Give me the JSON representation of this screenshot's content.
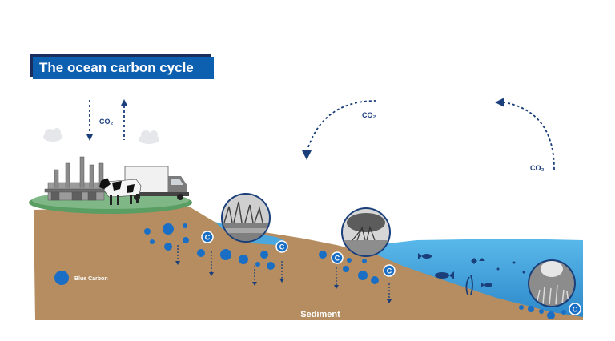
{
  "title": "The ocean carbon cycle",
  "labels": {
    "co2_land": "CO₂",
    "co2_top": "CO₂",
    "co2_right": "CO₂",
    "sediment": "Sediment",
    "legend_blue_carbon": "Blue Carbon",
    "carbon_symbol": "C"
  },
  "colors": {
    "title_bg": "#0d5fb0",
    "title_shadow": "#1a2d5c",
    "arrow": "#1b3f7a",
    "carbon_dot": "#1a6fc4",
    "sediment": "#b58d60",
    "land_green": "#5a9e63",
    "ocean": "#3ea3de"
  },
  "icons": [
    "cloud-icon",
    "factory-icon",
    "cow-icon",
    "truck-icon",
    "saltmarsh-photo",
    "mangrove-photo",
    "seagrass-photo",
    "fish-icon",
    "seaweed-icon",
    "carbon-c-icon"
  ]
}
